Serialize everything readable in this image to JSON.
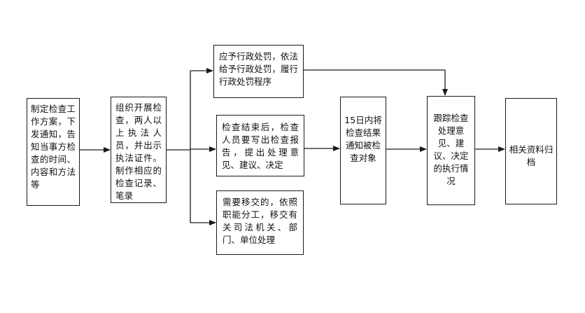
{
  "boxes": {
    "plan": {
      "text": "制定检查工作方案，下发通知，告知当事方检查的时间、内容和方法等"
    },
    "exec": {
      "text": "组织开展检查，两人以上执法人员，并出示执法证件。制作相应的检查记录、笔录"
    },
    "admin": {
      "text": "应予行政处罚，依法给予行政处罚，履行行政处罚程序"
    },
    "report": {
      "text": "检查结束后，检查人员要写出检查报告，提出处理意见、建议、决定"
    },
    "transfer": {
      "text": "需要移交的，依照职能分工，移交有关司法机关、部门、单位处理"
    },
    "notify": {
      "text": "15日内将检查结果通知被检查对象"
    },
    "track": {
      "text": "跟踪检查处理意见、建议、决定的执行情况"
    },
    "archive": {
      "text": "相关资料归档"
    }
  },
  "line_color": "#1a1a1a"
}
